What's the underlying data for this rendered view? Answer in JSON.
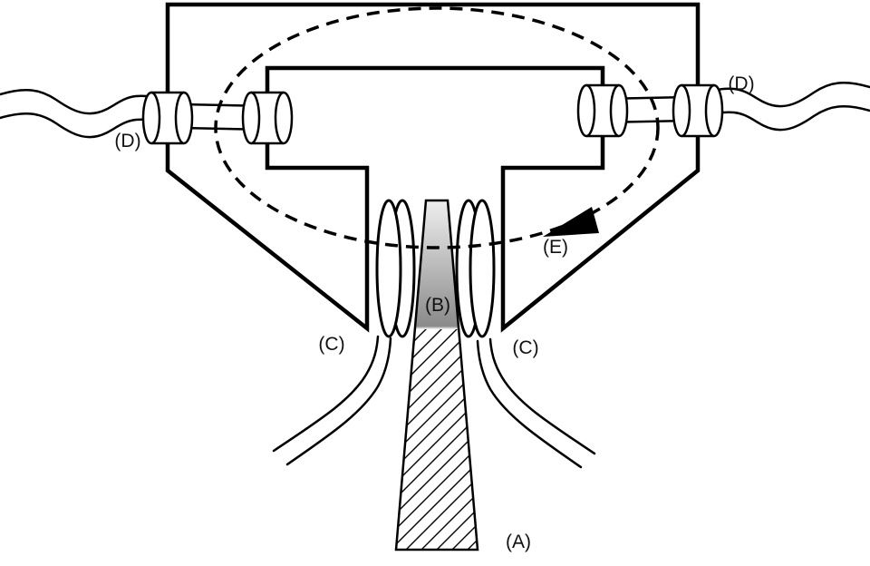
{
  "figure": {
    "labels": {
      "a": "(A)",
      "b": "(B)",
      "c_left": "(C)",
      "c_right": "(C)",
      "d_left": "(D)",
      "d_right": "(D)",
      "e": "(E)"
    },
    "colors": {
      "line": "#000000",
      "background": "#ffffff",
      "tip_shade_top": "#efefef",
      "tip_shade_bottom": "#8a8a8a"
    }
  }
}
